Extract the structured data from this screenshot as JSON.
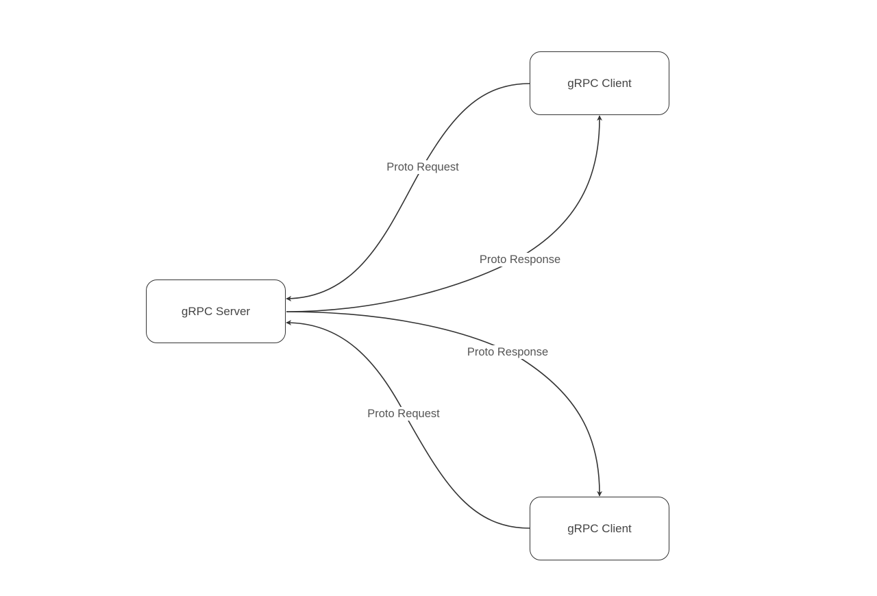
{
  "nodes": {
    "server": {
      "label": "gRPC Server"
    },
    "client_top": {
      "label": "gRPC Client"
    },
    "client_bottom": {
      "label": "gRPC Client"
    }
  },
  "edges": {
    "request_top": {
      "label": "Proto Request",
      "from": "client_top",
      "to": "server"
    },
    "response_top": {
      "label": "Proto Response",
      "from": "server",
      "to": "client_top"
    },
    "response_bottom": {
      "label": "Proto Response",
      "from": "server",
      "to": "client_bottom"
    },
    "request_bottom": {
      "label": "Proto Request",
      "from": "client_bottom",
      "to": "server"
    }
  },
  "colors": {
    "stroke": "#333333",
    "text": "#444444",
    "background": "#ffffff"
  }
}
